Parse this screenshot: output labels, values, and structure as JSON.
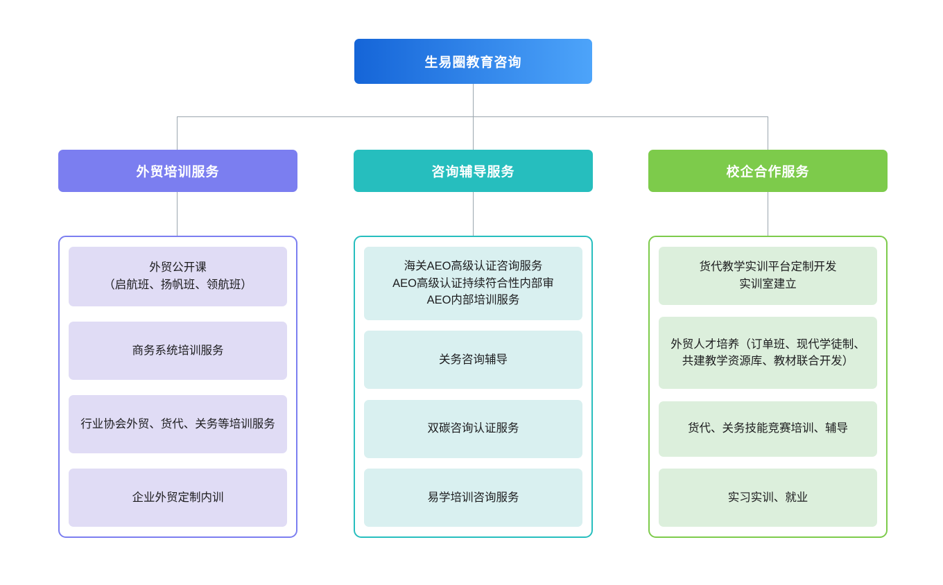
{
  "chart_data": {
    "type": "diagram",
    "title": "生易圈教育咨询",
    "layout": "org-chart-tree",
    "root": {
      "label": "生易圈教育咨询",
      "gradient_from": "#1565d8",
      "gradient_to": "#4da4fa",
      "text_color": "#ffffff"
    },
    "connector_color": "#9aa5ae",
    "branches": [
      {
        "label": "外贸培训服务",
        "header_color": "#7b7ef0",
        "border_color": "#7b7ef0",
        "card_color": "#e0dcf5",
        "items": [
          "外贸公开课\n（启航班、扬帆班、领航班）",
          "商务系统培训服务",
          "行业协会外贸、货代、关务等培训服务",
          "企业外贸定制内训"
        ]
      },
      {
        "label": "咨询辅导服务",
        "header_color": "#26bebe",
        "border_color": "#26bebe",
        "card_color": "#d9f0f0",
        "items": [
          "海关AEO高级认证咨询服务\nAEO高级认证持续符合性内部审\nAEO内部培训服务",
          "关务咨询辅导",
          "双碳咨询认证服务",
          "易学培训咨询服务"
        ]
      },
      {
        "label": "校企合作服务",
        "header_color": "#7dcb4b",
        "border_color": "#7dcb4b",
        "card_color": "#dcefdc",
        "items": [
          "货代教学实训平台定制开发\n实训室建立",
          "外贸人才培养（订单班、现代学徒制、共建教学资源库、教材联合开发）",
          "货代、关务技能竞赛培训、辅导",
          "实习实训、就业"
        ]
      }
    ]
  }
}
